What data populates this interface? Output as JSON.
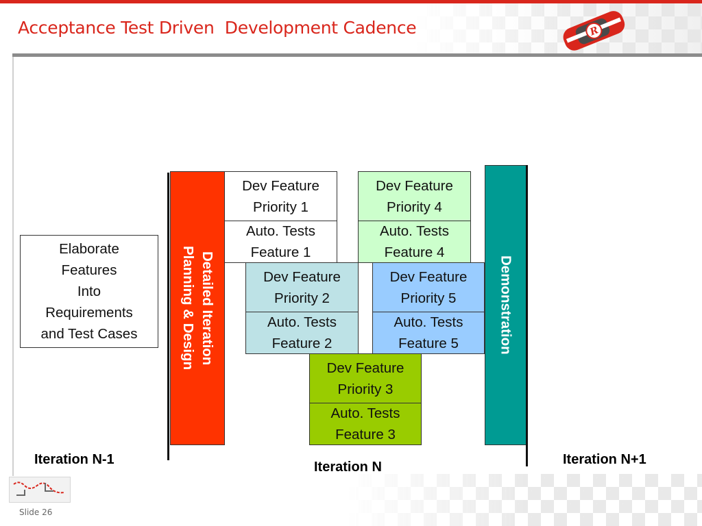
{
  "slide": {
    "title": "Acceptance Test Driven  Development Cadence",
    "footer": "Slide 26",
    "logo_icon": "race-car-logo-icon",
    "footer_icon": "track-map-icon",
    "colors": {
      "title": "#d9261c",
      "planning": "#ff3300",
      "demonstration": "#009b93",
      "feature_1": "#ffffff",
      "feature_4": "#ccffcc",
      "feature_2": "#bde2e6",
      "feature_5": "#99ccff",
      "feature_3": "#99cc00"
    }
  },
  "diagram": {
    "elaborate": "Elaborate\nFeatures\nInto\nRequirements\nand Test Cases",
    "planning": "Detailed Iteration\nPlanning & Design",
    "demonstration": "Demonstration",
    "features": [
      {
        "dev": "Dev Feature\nPriority 1",
        "tests": "Auto. Tests\nFeature 1"
      },
      {
        "dev": "Dev Feature\nPriority 2",
        "tests": "Auto. Tests\nFeature 2"
      },
      {
        "dev": "Dev Feature\nPriority 3",
        "tests": "Auto. Tests\nFeature 3"
      },
      {
        "dev": "Dev Feature\nPriority 4",
        "tests": "Auto. Tests\nFeature 4"
      },
      {
        "dev": "Dev Feature\nPriority 5",
        "tests": "Auto. Tests\nFeature 5"
      }
    ],
    "iterations": {
      "previous": "Iteration N-1",
      "current": "Iteration N",
      "next": "Iteration N+1"
    }
  }
}
